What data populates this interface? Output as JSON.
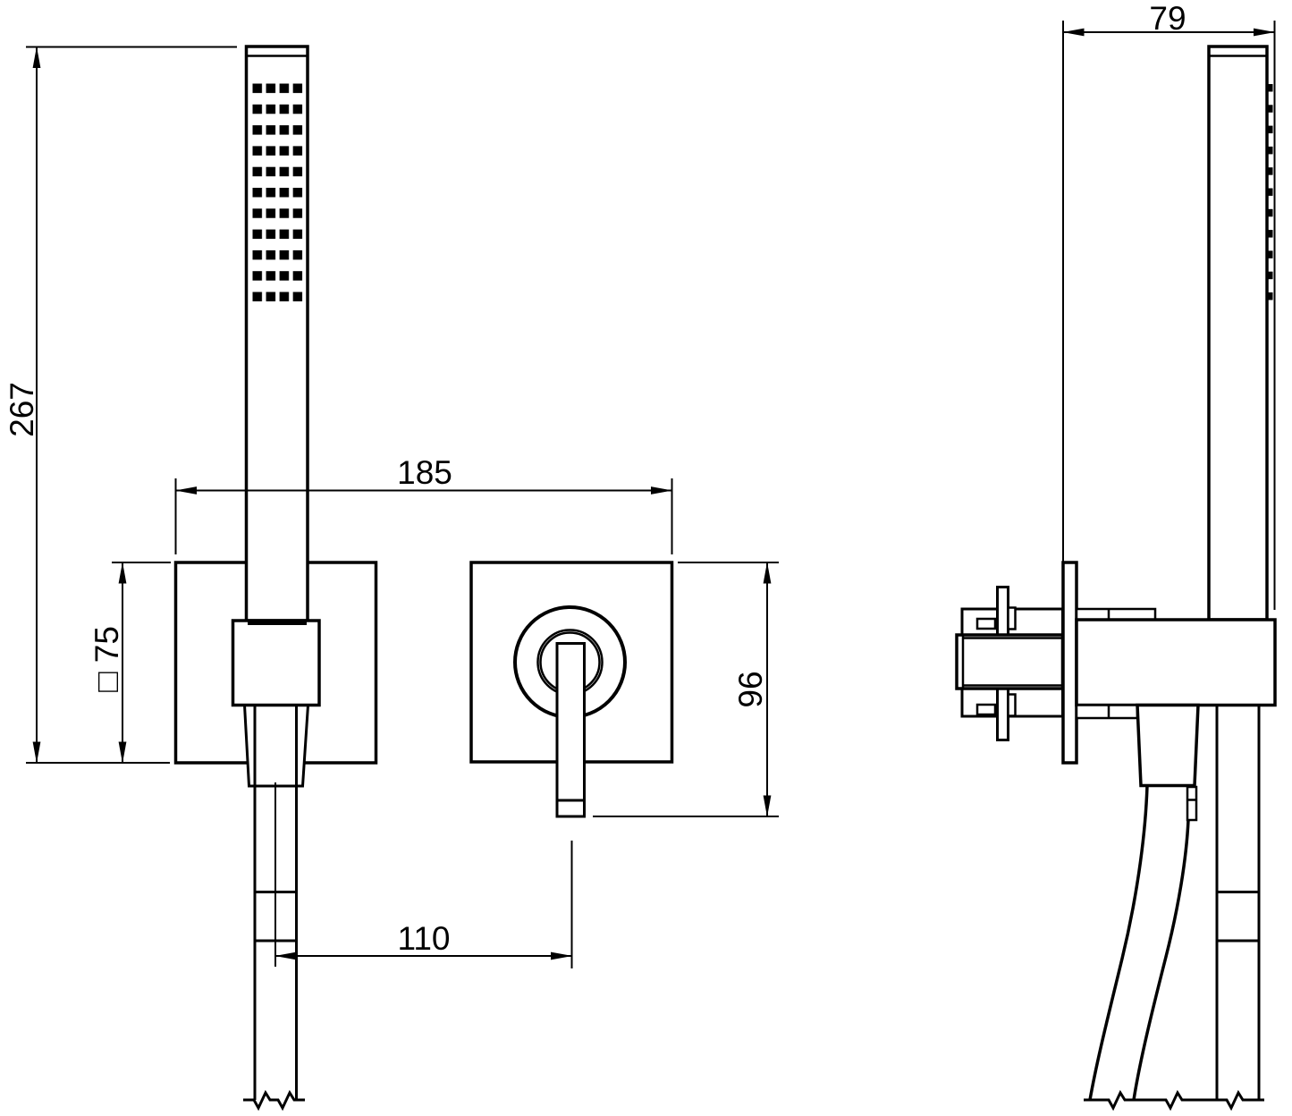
{
  "drawing": {
    "colors": {
      "ink": "#000000",
      "background": "#ffffff"
    },
    "dimensions": {
      "overall_height": "267",
      "plate_centers_width": "185",
      "plate_square_size": "□ 75",
      "valve_plate_height": "96",
      "handle_horizontal_offset": "110",
      "depth": "79"
    }
  }
}
